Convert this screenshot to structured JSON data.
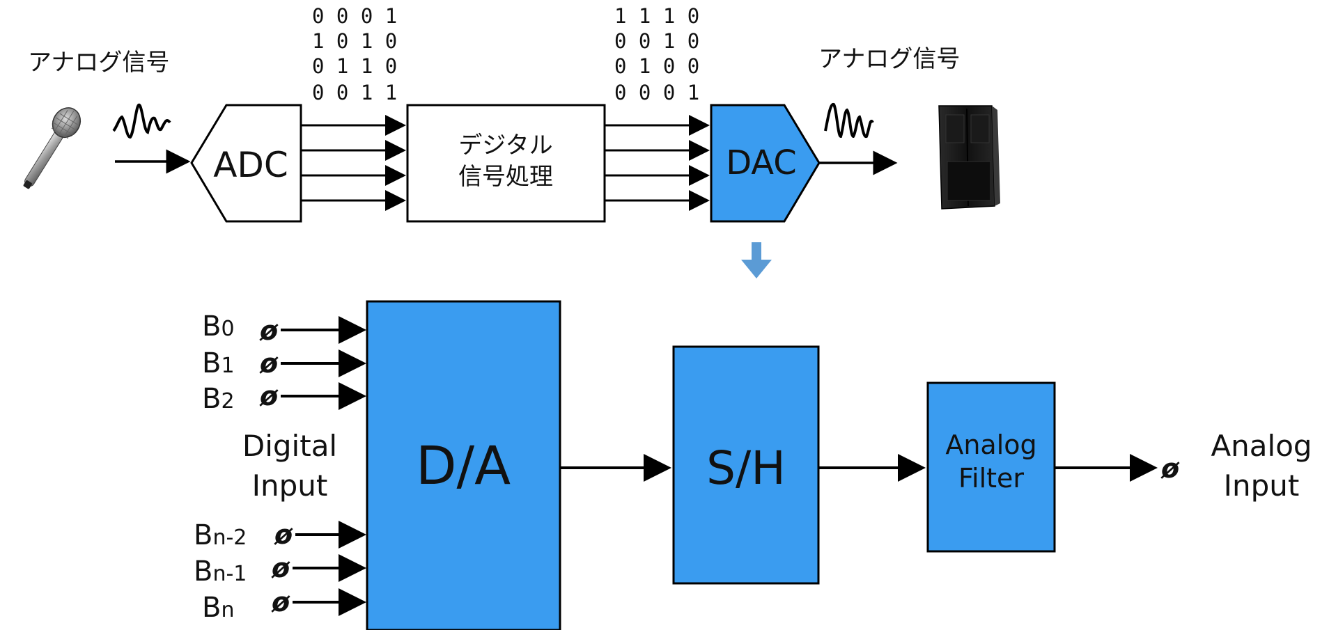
{
  "top_chain": {
    "input_label": "アナログ信号",
    "output_label": "アナログ信号",
    "adc_label": "ADC",
    "dac_label": "DAC",
    "dsp_label_line1": "デジタル",
    "dsp_label_line2": "信号処理",
    "adc_output_bits": [
      "0 0 0 1",
      "1 0 1 0",
      "0 1 1 0",
      "0 0 1 1"
    ],
    "dsp_output_bits": [
      "1 1 1 0",
      "0 0 1 0",
      "0 1 0 0",
      "0 0 0 1"
    ]
  },
  "detail": {
    "da_label": "D/A",
    "sh_label": "S/H",
    "filter_label_line1": "Analog",
    "filter_label_line2": "Filter",
    "inputs_caption_line1": "Digital",
    "inputs_caption_line2": "Input",
    "output_caption_line1": "Analog",
    "output_caption_line2": "Input",
    "bit_inputs_top": [
      {
        "base": "B",
        "sub": "0"
      },
      {
        "base": "B",
        "sub": "1"
      },
      {
        "base": "B",
        "sub": "2"
      }
    ],
    "bit_inputs_bottom": [
      {
        "base": "B",
        "sub": "n-2"
      },
      {
        "base": "B",
        "sub": "n-1"
      },
      {
        "base": "B",
        "sub": "n"
      }
    ],
    "terminal_symbol": "ø"
  },
  "colors": {
    "block_fill": "#3a9cf0",
    "stroke": "#000000",
    "down_arrow": "#5b9bd5"
  },
  "icons": [
    "microphone-icon",
    "speaker-icon"
  ]
}
